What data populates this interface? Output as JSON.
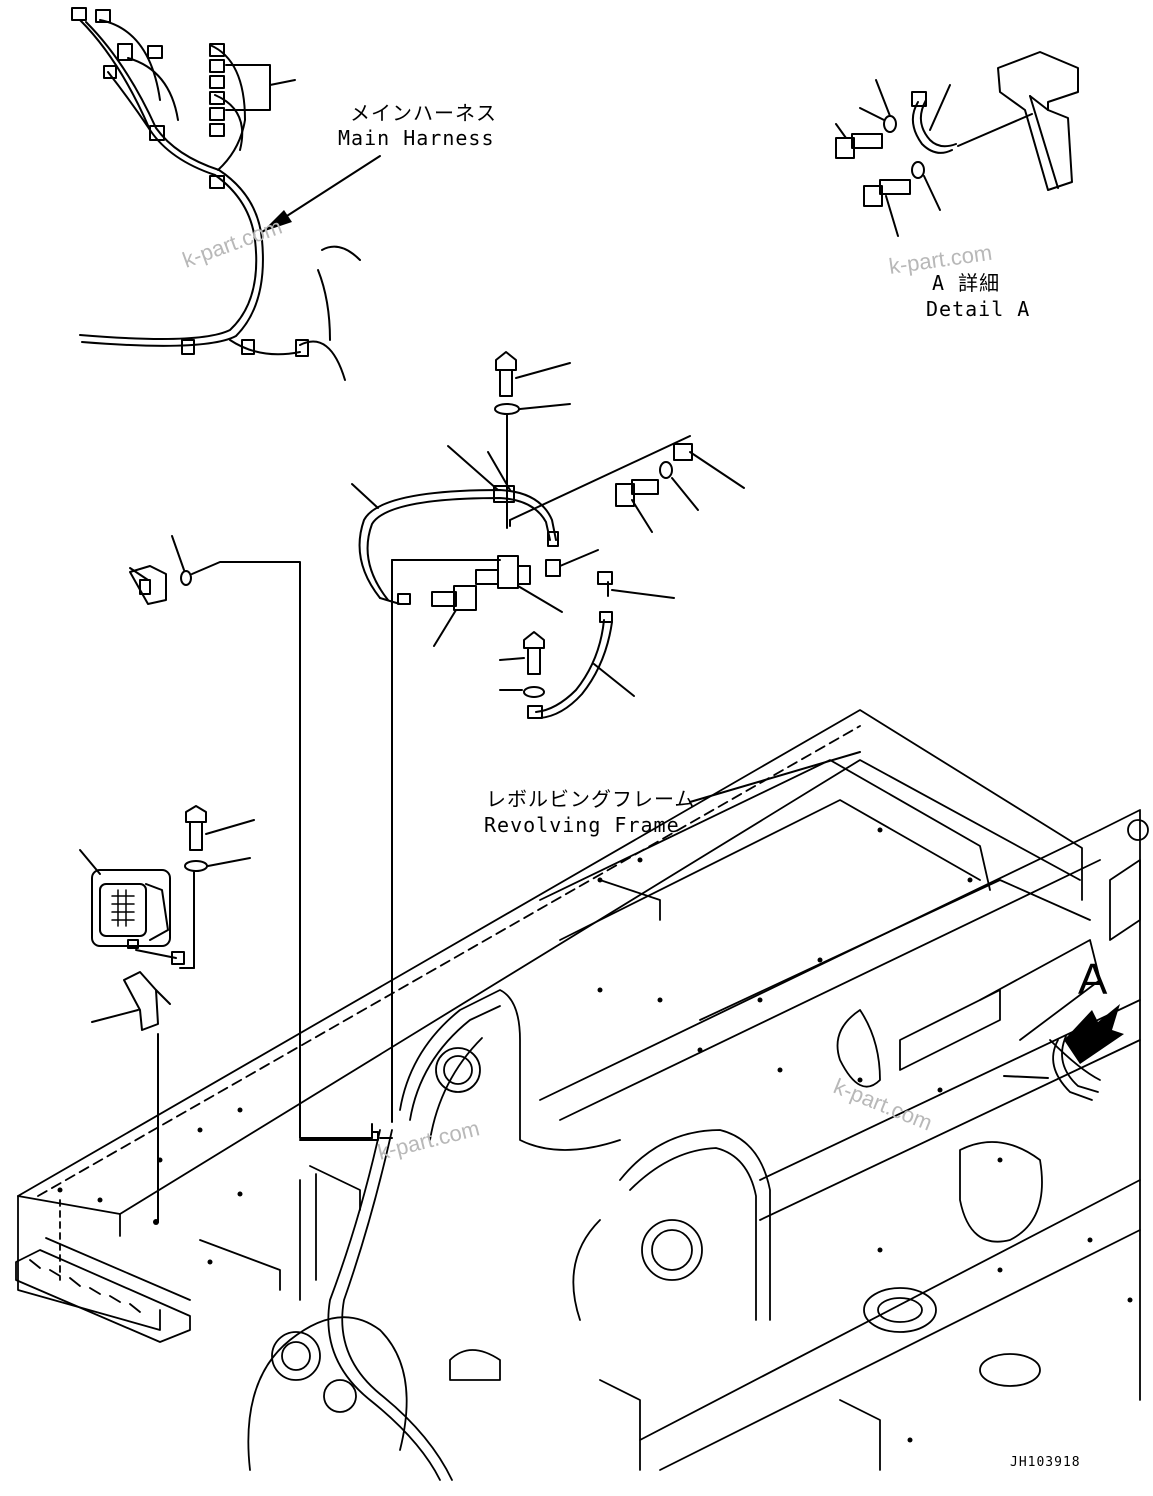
{
  "labels": {
    "main_harness_jp": "メインハーネス",
    "main_harness_en": "Main Harness",
    "detail_a_jp": "A 詳細",
    "detail_a_en": "Detail A",
    "revolving_frame_jp": "レボルビングフレーム",
    "revolving_frame_en": "Revolving Frame",
    "view_marker": "A",
    "drawing_code": "JH103918"
  },
  "watermarks": [
    "k-part.com",
    "k-part.com",
    "k-part.com",
    "k-part.com"
  ],
  "colors": {
    "line": "#000000",
    "watermark": "#b8b8b8",
    "background": "#ffffff"
  },
  "icons": [
    "bolt-icon",
    "washer-icon",
    "work-lamp-icon",
    "wire-harness-icon",
    "relay-icon",
    "bracket-icon",
    "view-arrow-icon"
  ]
}
